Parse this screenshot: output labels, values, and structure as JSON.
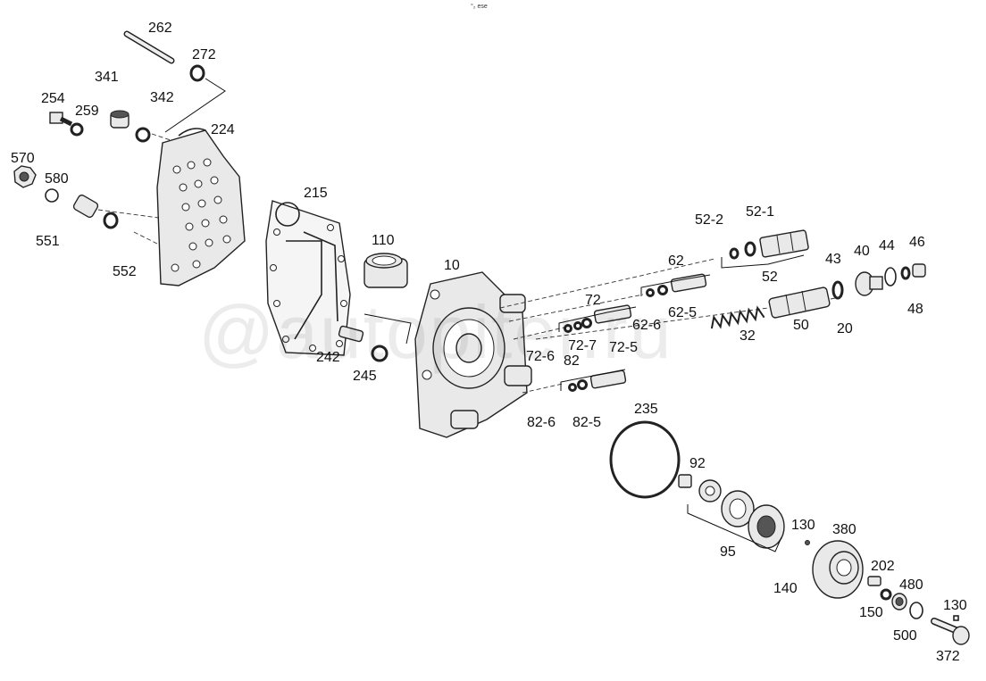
{
  "header": {
    "code": "°₂ ese"
  },
  "watermark": {
    "text": "autopiter.ru",
    "icon": "at-sign-icon"
  },
  "labels": {
    "l262": "262",
    "l272": "272",
    "l341": "341",
    "l342": "342",
    "l254": "254",
    "l259": "259",
    "l224": "224",
    "l570": "570",
    "l580": "580",
    "l551": "551",
    "l552": "552",
    "l215": "215",
    "l110": "110",
    "l10": "10",
    "l242": "242",
    "l245": "245",
    "l52_2": "52-2",
    "l52_1": "52-1",
    "l52": "52",
    "l62": "62",
    "l62_6": "62-6",
    "l62_5": "62-5",
    "l72": "72",
    "l72_6": "72-6",
    "l72_7": "72-7",
    "l72_5": "72-5",
    "l82": "82",
    "l82_6": "82-6",
    "l82_5": "82-5",
    "l43": "43",
    "l40": "40",
    "l44": "44",
    "l46": "46",
    "l48": "48",
    "l20": "20",
    "l32": "32",
    "l50": "50",
    "l235": "235",
    "l92": "92",
    "l95": "95",
    "l130a": "130",
    "l140": "140",
    "l380": "380",
    "l202": "202",
    "l150": "150",
    "l480": "480",
    "l500": "500",
    "l130b": "130",
    "l372": "372"
  }
}
